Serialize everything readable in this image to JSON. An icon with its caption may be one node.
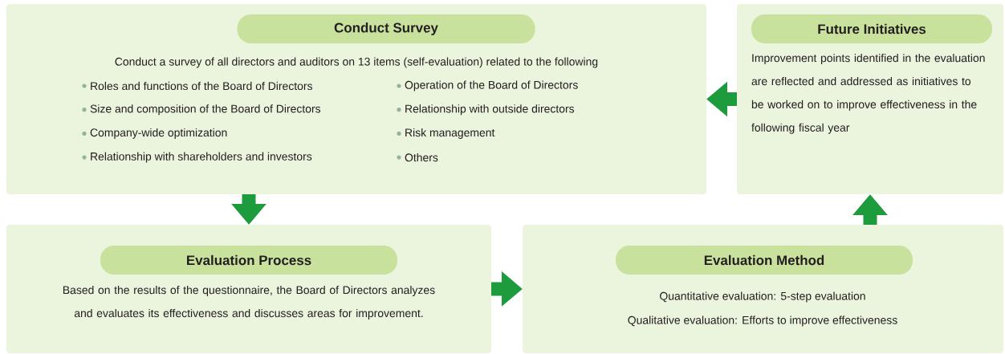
{
  "diagram": {
    "nodes": [
      {
        "text": [
          "Conduct Survey",
          "Conduct a survey of all directors and auditors on 13 items (self-evaluation) related to the following",
          "Roles and functions of the Board of Directors",
          "Operation of the Board of Directors",
          "Size and composition of the Board of Directors",
          "Relationship with outside directors",
          "Company-wide optimization",
          "Risk management",
          "Relationship with shareholders and investors",
          "Others"
        ]
      },
      {
        "text": [
          "Evaluation Process",
          "Based on the results of the questionnaire, the Board of Directors analyzes and evaluates its effectiveness and discusses areas for improvement."
        ]
      },
      {
        "text": [
          "Evaluation Method",
          "Quantitative evaluation: 5-step evaluation",
          "Qualitative evaluation: Efforts to improve effectiveness"
        ]
      },
      {
        "text": [
          "Future Initiatives",
          "Improvement points identified in the evaluation are reflected and addressed as initiatives to be worked on to improve effectiveness in the following fiscal year"
        ]
      }
    ],
    "edges": [
      {
        "from": 0,
        "to": 1,
        "arrow": "to"
      },
      {
        "from": 1,
        "to": 2,
        "arrow": "to"
      },
      {
        "from": 2,
        "to": 3,
        "arrow": "to"
      },
      {
        "from": 3,
        "to": 0,
        "arrow": "to"
      }
    ]
  }
}
